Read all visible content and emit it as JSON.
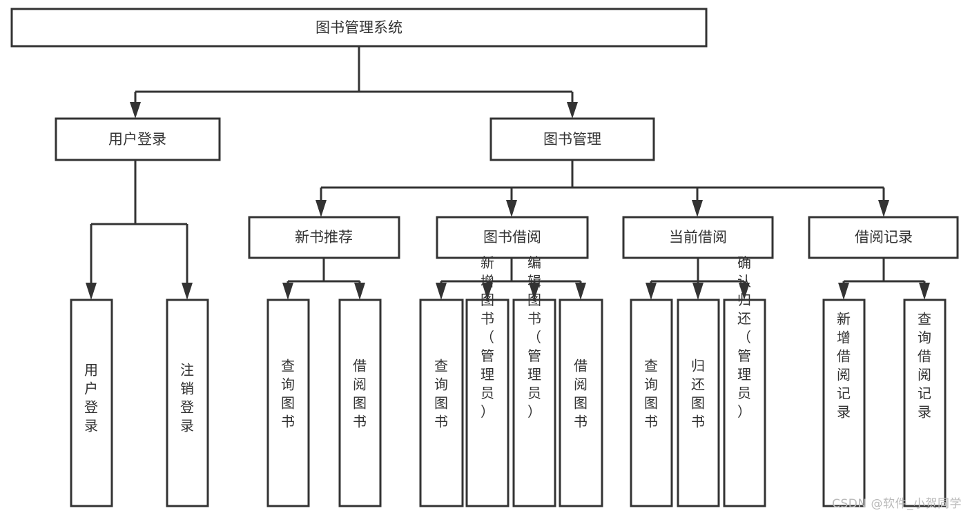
{
  "diagram": {
    "title": "图书管理系统",
    "type": "tree",
    "root": {
      "id": "root",
      "label": "图书管理系统",
      "orientation": "horizontal"
    },
    "level2": [
      {
        "id": "user-login",
        "label": "用户登录",
        "orientation": "horizontal"
      },
      {
        "id": "book-management",
        "label": "图书管理",
        "orientation": "horizontal"
      }
    ],
    "level3": [
      {
        "id": "new-book-recommend",
        "label": "新书推荐",
        "orientation": "horizontal",
        "parent": "book-management"
      },
      {
        "id": "book-borrow",
        "label": "图书借阅",
        "orientation": "horizontal",
        "parent": "book-management"
      },
      {
        "id": "current-borrow",
        "label": "当前借阅",
        "orientation": "horizontal",
        "parent": "book-management"
      },
      {
        "id": "borrow-record",
        "label": "借阅记录",
        "orientation": "horizontal",
        "parent": "book-management"
      }
    ],
    "leaves": {
      "user-login": [
        {
          "id": "leaf-user-login",
          "label": "用户登录",
          "orientation": "vertical"
        },
        {
          "id": "leaf-logout-login",
          "label": "注销登录",
          "orientation": "vertical"
        }
      ],
      "new-book-recommend": [
        {
          "id": "leaf-query-book-1",
          "label": "查询图书",
          "orientation": "vertical"
        },
        {
          "id": "leaf-borrow-book-1",
          "label": "借阅图书",
          "orientation": "vertical"
        }
      ],
      "book-borrow": [
        {
          "id": "leaf-query-book-2",
          "label": "查询图书",
          "orientation": "vertical"
        },
        {
          "id": "leaf-add-book",
          "label": "新增图书（管理员）",
          "orientation": "vertical"
        },
        {
          "id": "leaf-edit-book",
          "label": "编辑图书（管理员）",
          "orientation": "vertical"
        },
        {
          "id": "leaf-borrow-book-2",
          "label": "借阅图书",
          "orientation": "vertical"
        }
      ],
      "current-borrow": [
        {
          "id": "leaf-query-book-3",
          "label": "查询图书",
          "orientation": "vertical"
        },
        {
          "id": "leaf-return-book",
          "label": "归还图书",
          "orientation": "vertical"
        },
        {
          "id": "leaf-confirm-return",
          "label": "确认归还（管理员）",
          "orientation": "vertical"
        }
      ],
      "borrow-record": [
        {
          "id": "leaf-add-borrow-record",
          "label": "新增借阅记录",
          "orientation": "vertical"
        },
        {
          "id": "leaf-query-borrow-record",
          "label": "查询借阅记录",
          "orientation": "vertical"
        }
      ]
    },
    "colors": {
      "stroke": "#333333",
      "fill": "#ffffff",
      "text": "#333333",
      "watermark": "#b9b9b9"
    }
  },
  "watermark": {
    "text": "CSDN @软件_小贺同学"
  }
}
